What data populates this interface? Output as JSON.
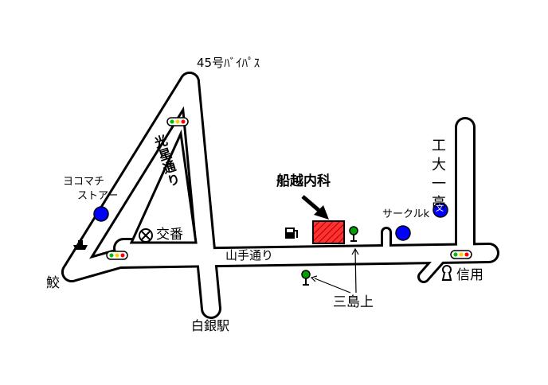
{
  "labels": {
    "bypass": "45号ﾊﾞｲﾊﾟｽ",
    "kosei_dori": "光星通り",
    "yokomachi_line1": "ヨコマチ",
    "yokomachi_line2": "ストアー",
    "koban": "交番",
    "clinic": "船越内科",
    "circle_k": "サークルk",
    "kodai": "工大一高",
    "yamate_dori": "山手通り",
    "mishimakami": "三島上",
    "shirogane_station": "白銀駅",
    "same": "鮫",
    "shinyo": "信用",
    "school_symbol": "文"
  },
  "icons": {
    "traffic_light": "traffic-light-icon",
    "store": "store-icon",
    "police_box": "police-box-icon",
    "bus_stop": "bus-stop-icon",
    "ship": "ship-icon",
    "gas_station": "gas-station-icon",
    "school": "school-icon",
    "bank": "bank-icon",
    "arrow": "pointer-arrow-icon"
  },
  "colors": {
    "road_outline": "#000000",
    "road_fill": "#ffffff",
    "landmark_blue": "#0000ff",
    "clinic_red": "#ff0000",
    "signal_green": "#00c000",
    "signal_yellow": "#ffd000",
    "signal_red": "#ff0000",
    "bus_stop_green": "#00a000"
  }
}
